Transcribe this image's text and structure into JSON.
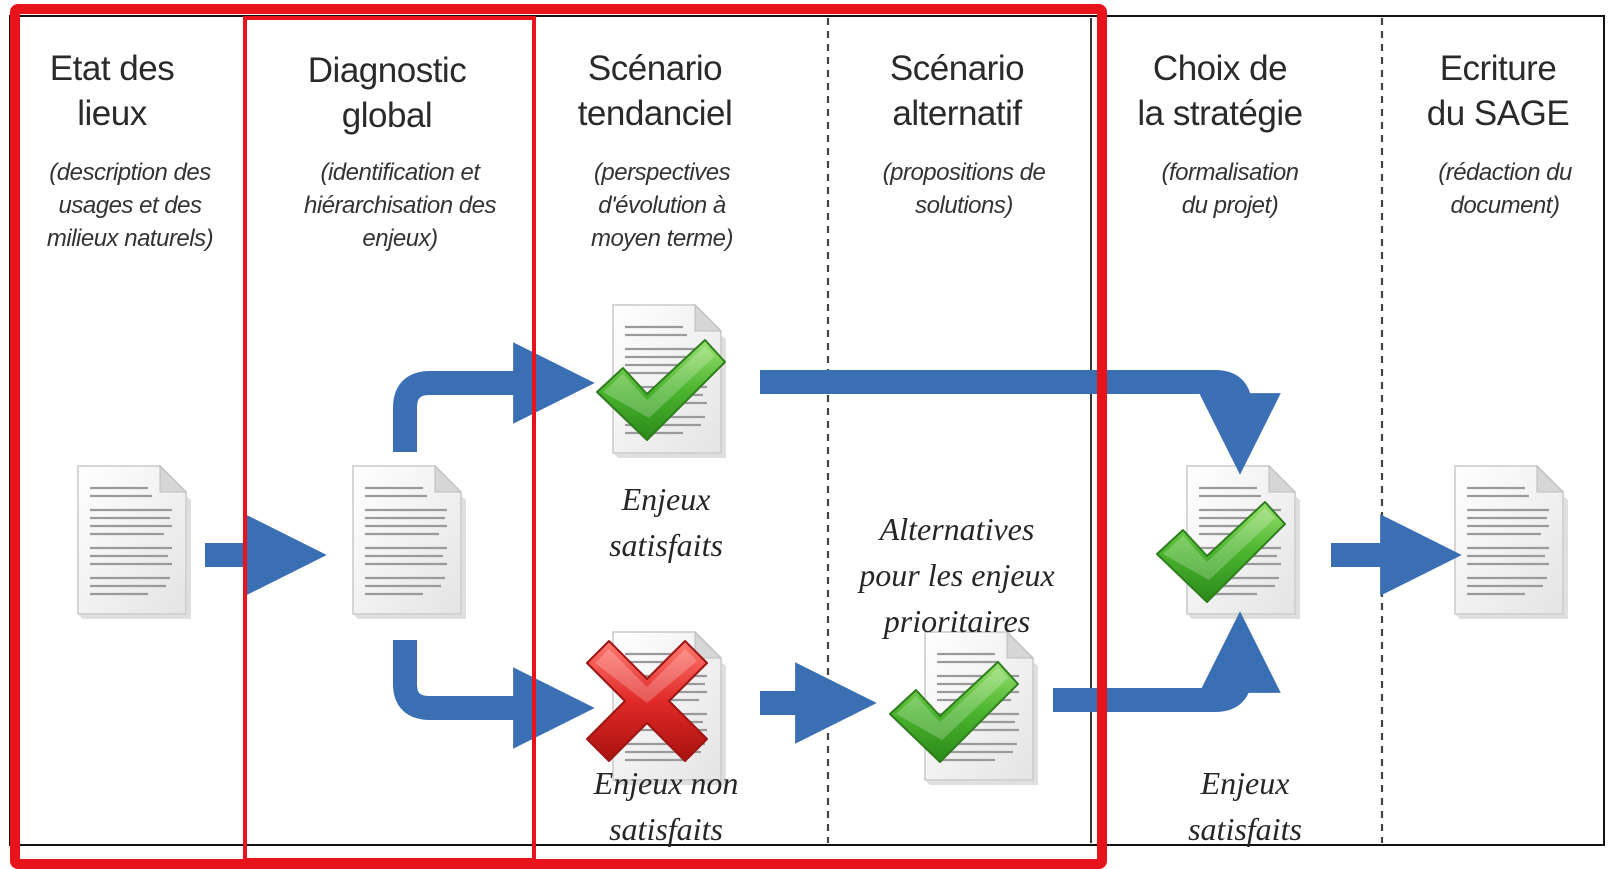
{
  "stages": [
    {
      "title": "Etat des\nlieux",
      "subtitle": "(description des\nusages et des\nmilieux naturels)"
    },
    {
      "title": "Diagnostic\nglobal",
      "subtitle": "(identification et\nhiérarchisation des\nenjeux)"
    },
    {
      "title": "Scénario\ntendanciel",
      "subtitle": "(perspectives\nd'évolution à\nmoyen terme)"
    },
    {
      "title": "Scénario\nalternatif",
      "subtitle": "(propositions de\nsolutions)"
    },
    {
      "title": "Choix de\nla stratégie",
      "subtitle": "(formalisation\ndu projet)"
    },
    {
      "title": "Ecriture\ndu SAGE",
      "subtitle": "(rédaction du\ndocument)"
    }
  ],
  "notes": {
    "tendanciel_ok": "Enjeux\nsatisfaits",
    "tendanciel_ko": "Enjeux non\nsatisfaits",
    "alternatif": "Alternatives\npour les enjeux\nprioritaires",
    "strategie": "Enjeux\nsatisfaits"
  },
  "colors": {
    "highlight": "#e8141b",
    "arrow": "#3a6fb4",
    "check": "#4bb52e",
    "cross": "#e02a28",
    "divider": "#444444"
  },
  "icons": [
    "document-icon",
    "check-icon",
    "cross-icon",
    "arrow-icon"
  ]
}
